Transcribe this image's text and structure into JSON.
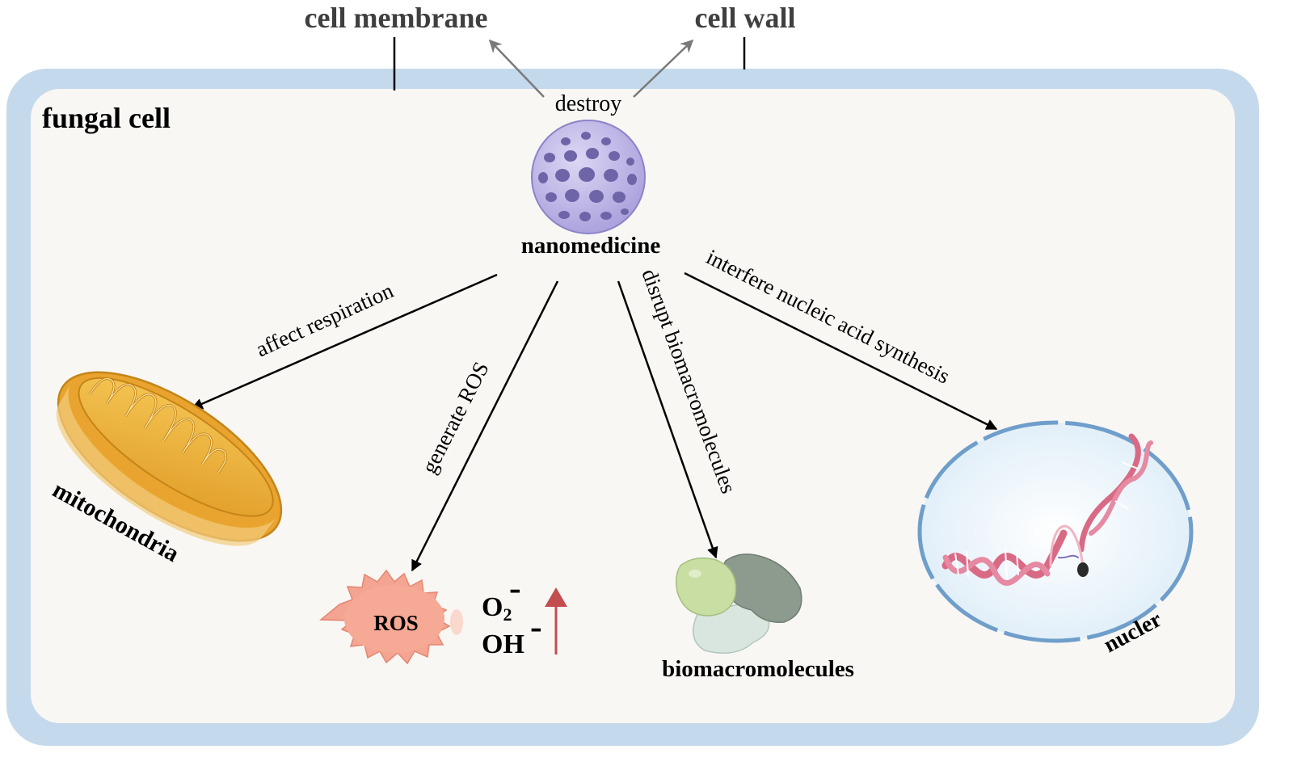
{
  "header": {
    "cell_membrane_label": "cell membrane",
    "cell_wall_label": "cell wall"
  },
  "cell": {
    "title": "fungal cell"
  },
  "center": {
    "label": "nanomedicine",
    "destroy_label": "destroy"
  },
  "effects": {
    "respiration": "affect respiration",
    "ros": "generate ROS",
    "biomacro": "disrupt biomacromolecules",
    "nucleic": "interfere nucleic acid synthesis"
  },
  "targets": {
    "mitochondria": "mitochondria",
    "ros_badge": "ROS",
    "o2": "O",
    "o2_sub": "2",
    "oh": "OH",
    "superscript_minus": "-",
    "biomacromolecules": "biomacromolecules",
    "nucleus": "nucler"
  },
  "colors": {
    "cell_wall": "#c5d9ec",
    "cytoplasm": "#f8f7f4",
    "nanoparticle": "#c9c2ec",
    "ros": "#f4a492",
    "mitochondria": "#f0b640",
    "nucleus_membrane": "#6f9ecb",
    "dna": "#d96a86"
  },
  "icons": [
    "nanoparticle-icon",
    "mitochondria-icon",
    "ros-icon",
    "up-arrow-icon",
    "biomacromolecule-icon",
    "nucleus-dna-icon"
  ]
}
